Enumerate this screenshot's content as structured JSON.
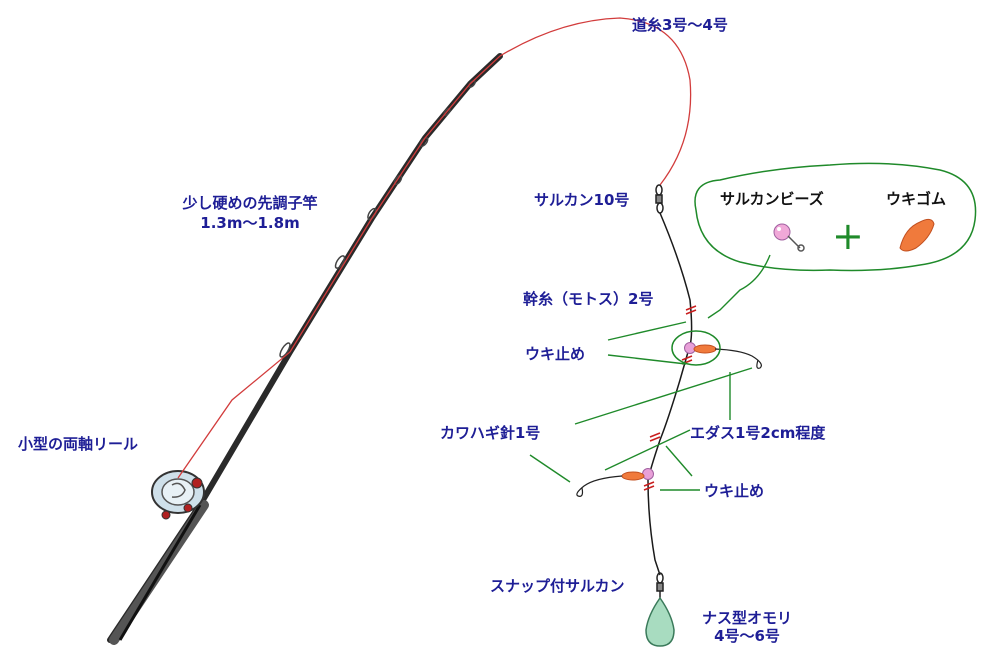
{
  "labels": {
    "main_line": "道糸3号～4号",
    "rod_line1": "少し硬めの先調子竿",
    "rod_line2": "1.3m～1.8m",
    "swivel_10": "サルカン10号",
    "swivel_beads": "サルカンビーズ",
    "float_rubber": "ウキゴム",
    "mainline_motosu": "幹糸（モトス）2号",
    "stopper_upper": "ウキ止め",
    "hook": "カワハギ針1号",
    "branch_line": "エダス1号2cm程度",
    "stopper_lower": "ウキ止め",
    "reel": "小型の両軸リール",
    "snap_swivel": "スナップ付サルカン",
    "sinker_line1": "ナス型オモリ",
    "sinker_line2": "4号～6号"
  },
  "symbols": {
    "plus": "+"
  },
  "colors": {
    "label_text": "#1e1e96",
    "main_line": "#d23c3c",
    "leader_line": "#1a1a1a",
    "pointer_green": "#1f8a2a",
    "stopper_red": "#c81e1e",
    "bead_pink": "#e8a0d8",
    "float_orange": "#f07a3c",
    "sinker_green": "#a8dcc0",
    "rod": "#2a2a2a"
  }
}
